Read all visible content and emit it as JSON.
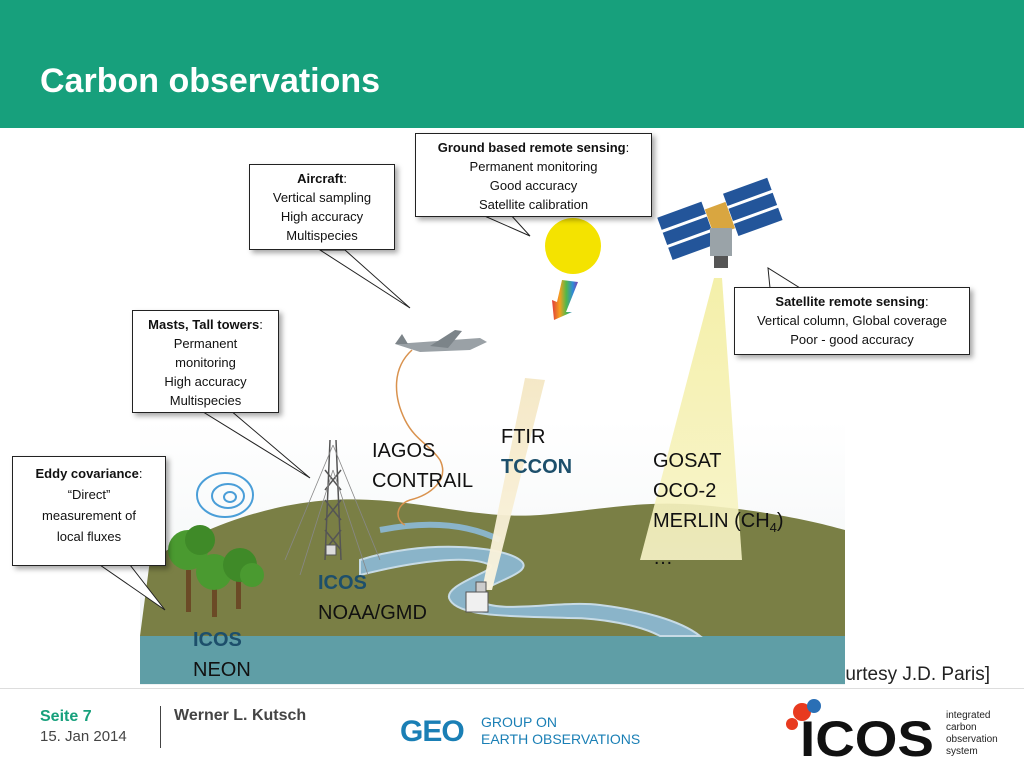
{
  "slide": {
    "title": "Carbon observations"
  },
  "callouts": {
    "aircraft": {
      "heading": "Aircraft",
      "lines": [
        "Vertical sampling",
        "High accuracy",
        "Multispecies"
      ]
    },
    "ground": {
      "heading": "Ground based remote sensing",
      "lines": [
        "Permanent monitoring",
        "Good accuracy",
        "Satellite calibration"
      ]
    },
    "satellite": {
      "heading": "Satellite remote sensing",
      "lines": [
        "Vertical column, Global coverage",
        "Poor  - good accuracy"
      ]
    },
    "masts": {
      "heading": "Masts, Tall towers",
      "lines": [
        "Permanent",
        "monitoring",
        "High accuracy",
        "Multispecies"
      ]
    },
    "eddy": {
      "heading": "Eddy covariance",
      "lines": [
        "“Direct”",
        "measurement of",
        "local fluxes"
      ]
    }
  },
  "labels": {
    "iagos": "IAGOS",
    "contrail": "CONTRAIL",
    "ftir": "FTIR",
    "tccon": "TCCON",
    "gosat": "GOSAT",
    "oco2": "OCO-2",
    "merlin": "MERLIN (CH",
    "merlin_sub": "4",
    "merlin_close": ")",
    "ellipsis": "…",
    "icos_tower": "ICOS",
    "noaa": "NOAA/GMD",
    "icos_eddy": "ICOS",
    "neon": "NEON"
  },
  "courtesy": "courtesy J.D. Paris",
  "footer": {
    "page": "Seite 7",
    "date": "15. Jan 2014",
    "author": "Werner L. Kutsch",
    "geo_line1": "GROUP ON",
    "geo_line2": "EARTH OBSERVATIONS",
    "geo_logo": "GEO",
    "icos_logo": "ICOS",
    "icos_line1": "integrated",
    "icos_line2": "carbon",
    "icos_line3": "observation",
    "icos_line4": "system"
  },
  "colors": {
    "header": "#17a07c",
    "terrain": "#7a7f45",
    "water": "#5f9ea6",
    "river": "#8ab4c9",
    "sun": "#f4e300",
    "beam": "#f5f1b0",
    "geo_blue": "#1a7fb5",
    "icos_red": "#e83a1f"
  }
}
